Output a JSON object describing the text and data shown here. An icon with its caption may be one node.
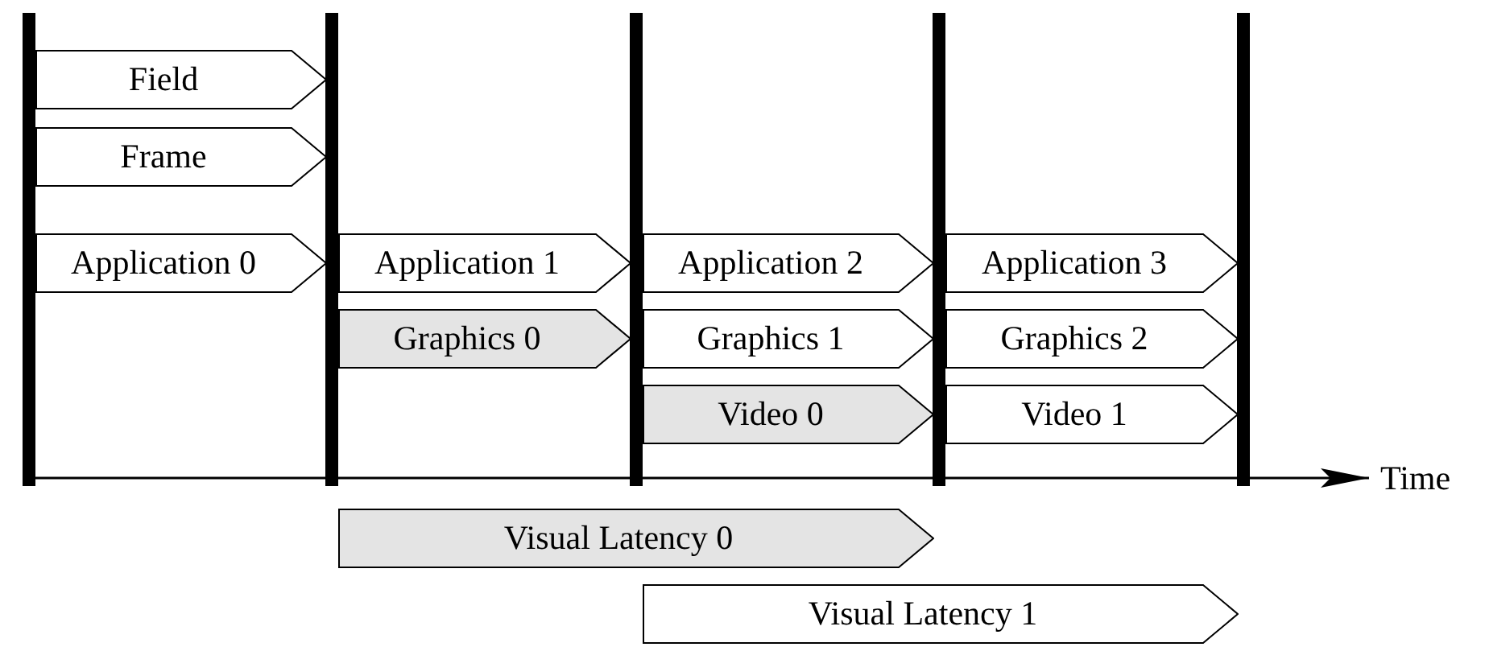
{
  "diagram": {
    "nodes": [
      {
        "text": [
          "Field"
        ]
      },
      {
        "text": [
          "Frame"
        ]
      },
      {
        "text": [
          "Application 0"
        ]
      },
      {
        "text": [
          "Application 1"
        ]
      },
      {
        "text": [
          "Application 2"
        ]
      },
      {
        "text": [
          "Application 3"
        ]
      },
      {
        "text": [
          "Graphics 0"
        ]
      },
      {
        "text": [
          "Graphics 1"
        ]
      },
      {
        "text": [
          "Graphics 2"
        ]
      },
      {
        "text": [
          "Video 0"
        ]
      },
      {
        "text": [
          "Video 1"
        ]
      },
      {
        "text": [
          "Visual Latency 0"
        ]
      },
      {
        "text": [
          "Visual Latency 1"
        ]
      }
    ],
    "edges": [],
    "labels": [
      "Time"
    ]
  }
}
